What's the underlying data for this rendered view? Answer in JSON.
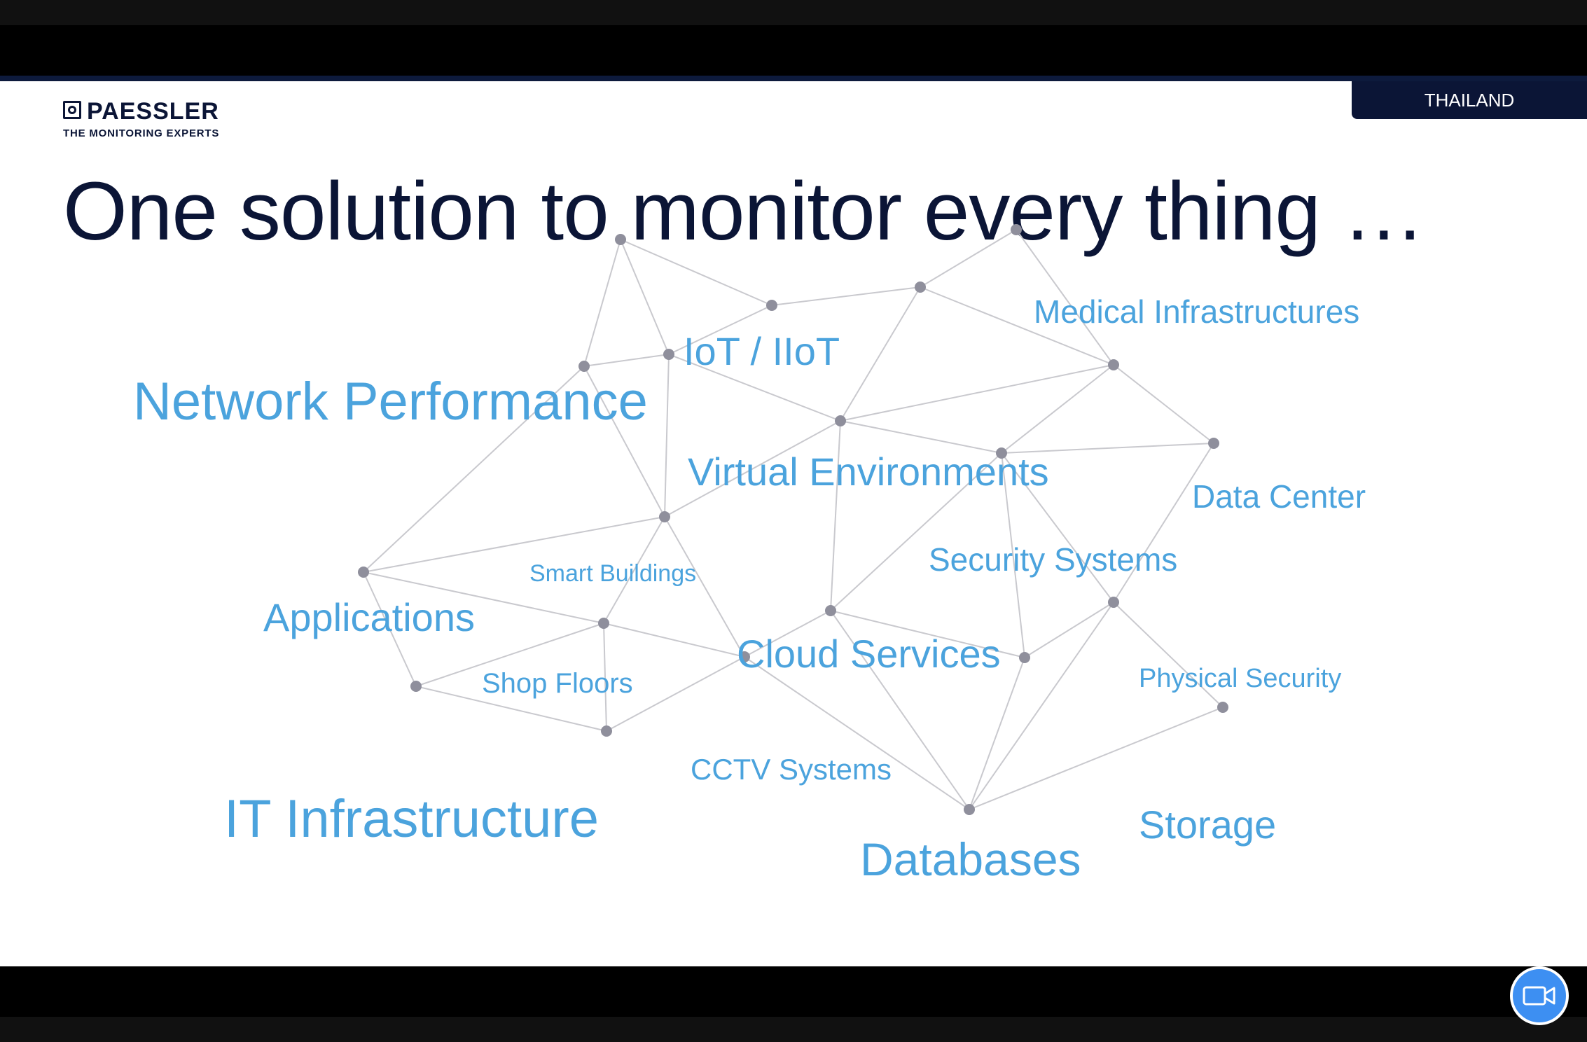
{
  "header": {
    "logo_name": "PAESSLER",
    "logo_tagline": "THE MONITORING EXPERTS",
    "country_tab": "THAILAND"
  },
  "slide": {
    "title": "One solution to monitor every thing …"
  },
  "network": {
    "labels": [
      {
        "key": "network-performance",
        "text": "Network Performance"
      },
      {
        "key": "iot-iiot",
        "text": "IoT / IIoT"
      },
      {
        "key": "medical-infrastructures",
        "text": "Medical Infrastructures"
      },
      {
        "key": "virtual-environments",
        "text": "Virtual Environments"
      },
      {
        "key": "data-center",
        "text": "Data Center"
      },
      {
        "key": "smart-buildings",
        "text": "Smart Buildings"
      },
      {
        "key": "security-systems",
        "text": "Security Systems"
      },
      {
        "key": "applications",
        "text": "Applications"
      },
      {
        "key": "cloud-services",
        "text": "Cloud Services"
      },
      {
        "key": "shop-floors",
        "text": "Shop Floors"
      },
      {
        "key": "physical-security",
        "text": "Physical Security"
      },
      {
        "key": "cctv-systems",
        "text": "CCTV Systems"
      },
      {
        "key": "it-infrastructure",
        "text": "IT Infrastructure"
      },
      {
        "key": "storage",
        "text": "Storage"
      },
      {
        "key": "databases",
        "text": "Databases"
      }
    ]
  },
  "controls": {
    "video_icon": "video-camera-icon"
  },
  "colors": {
    "brand_navy": "#0b1536",
    "label_blue": "#4ba3dd",
    "node_gray": "#8f8f9c",
    "edge_gray": "#c9c9ce",
    "video_button_blue": "#3d8ff2"
  }
}
